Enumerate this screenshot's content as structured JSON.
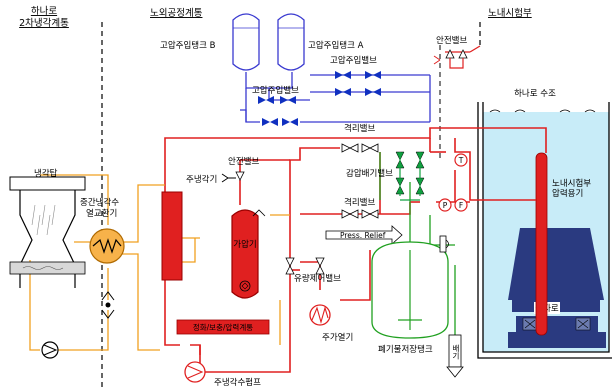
{
  "sections": {
    "left_title_line1": "하나로",
    "left_title_line2": "2차냉각계통",
    "middle_title": "노외공정계통",
    "right_title": "노내시험부"
  },
  "labels": {
    "cooling_tower": "냉각탑",
    "intermediate_hx_line1": "중간냉각수",
    "intermediate_hx_line2": "열교환기",
    "main_cooler": "주냉각기",
    "hp_tank_b": "고압주입탱크 B",
    "hp_tank_a": "고압주입탱크 A",
    "hp_valve_top": "고압주입밸브",
    "hp_valve_left": "고압주입밸브",
    "safety_valve_top": "안전밸브",
    "safety_valve_mid": "안전밸브",
    "isolation_valve_1": "격리밸브",
    "isolation_valve_2": "격리밸브",
    "depressurization_valve": "감압배기밸브",
    "pressurizer": "가압기",
    "flow_control_valve": "유량제어밸브",
    "press_relief": "Press. Relief",
    "purification_system": "정화/보충/압력계통",
    "preheater": "주가열기",
    "main_pump": "주냉각수펌프",
    "waste_tank": "폐기물저장탱크",
    "reactor_pool": "하나로 수조",
    "test_section_line1": "노내시험부",
    "test_section_line2": "압력용기",
    "reactor_core": "원자로",
    "vent_line": "배기",
    "instr_t": "T",
    "instr_p": "P",
    "instr_f": "F"
  },
  "colors": {
    "primary_loop": "#e02020",
    "secondary_loop": "#f0a020",
    "hp_injection": "#3a3ad0",
    "waste_line": "#20a020",
    "pool_water": "#c8ecf8",
    "reactor_block": "#2a3a80",
    "valve_blue": "#1030c0",
    "valve_green": "#10a040"
  },
  "icons": [
    "valve-icon",
    "pump-icon",
    "heat-exchanger-icon",
    "cooling-tower-icon",
    "tank-icon",
    "vent-arrow-icon"
  ]
}
